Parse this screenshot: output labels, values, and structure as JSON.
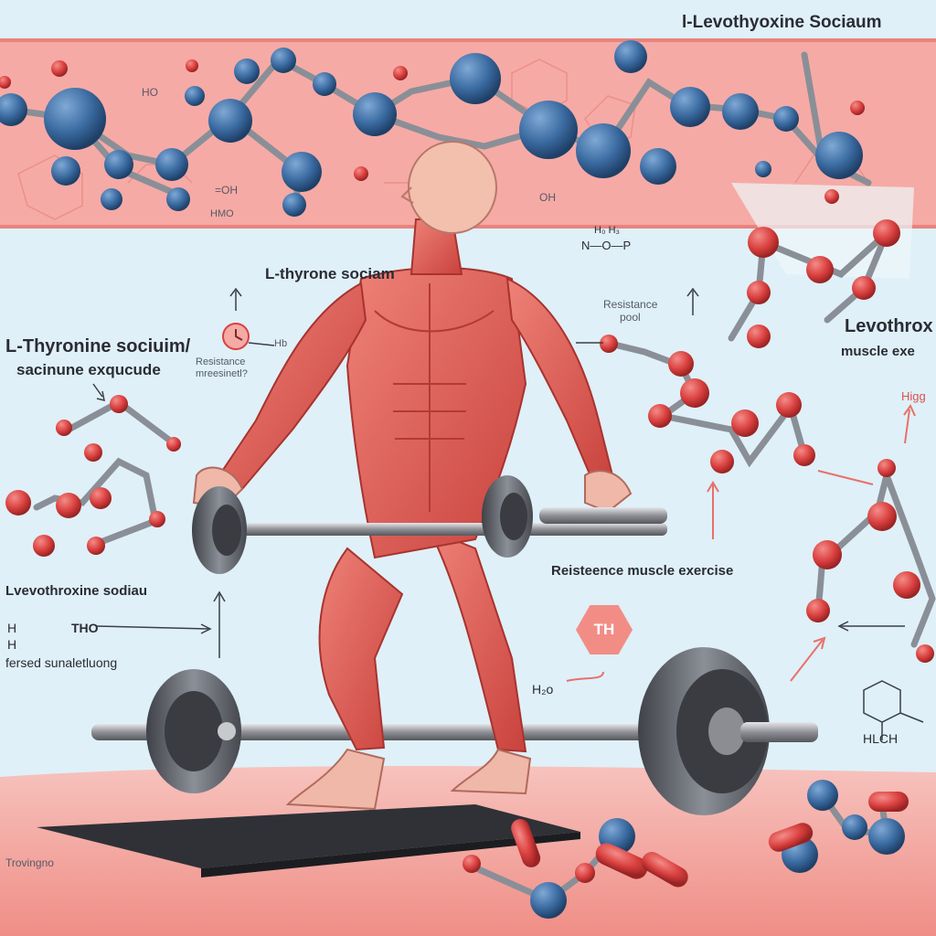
{
  "labels": {
    "top_right_title": "l-Levothyoxine Sociaum",
    "center_title": "L-thyrone sociam",
    "left_title_line1": "L-Thyronine sociuim/",
    "left_title_line2": "sacinune exqucude",
    "small_resistance_1": "Resistance",
    "small_resistance_2": "mreesinetl?",
    "small_h": "Hb",
    "resistance_pool_1": "Resistance",
    "resistance_pool_2": "pool",
    "levothrox_line1": "Levothrox",
    "levothrox_line2": "muscle exe",
    "hig": "Higg",
    "center_caption": "Reisteence muscle exercise",
    "bottom_left_title": "Lvevothroxine sodiau",
    "formula_h": "H",
    "formula_tho": "THO",
    "formula_h2": "H",
    "bottom_left_sub": "fersed sunaletluong",
    "hex_badge": "TH",
    "h2o_label": "H₂o",
    "hlch": "HLCH",
    "bottom_corner": "Trovingno",
    "banner_oh1": "HO",
    "banner_oh2": "=OH",
    "banner_oh3": "OH",
    "banner_hmo": "HMO",
    "nop": "N—O—P",
    "nop_h": "H₀  H₃"
  },
  "colors": {
    "background": "#dff0f8",
    "banner": "#f6a9a4",
    "muscle": "#e0605a",
    "atom_blue": "#3d6fa3",
    "atom_red": "#d9403f",
    "weight": "#55585f",
    "floor": "#f3a29c"
  },
  "icons": [
    "clock-icon",
    "arrow-up-icon",
    "arrow-right-icon",
    "arrow-left-icon"
  ]
}
